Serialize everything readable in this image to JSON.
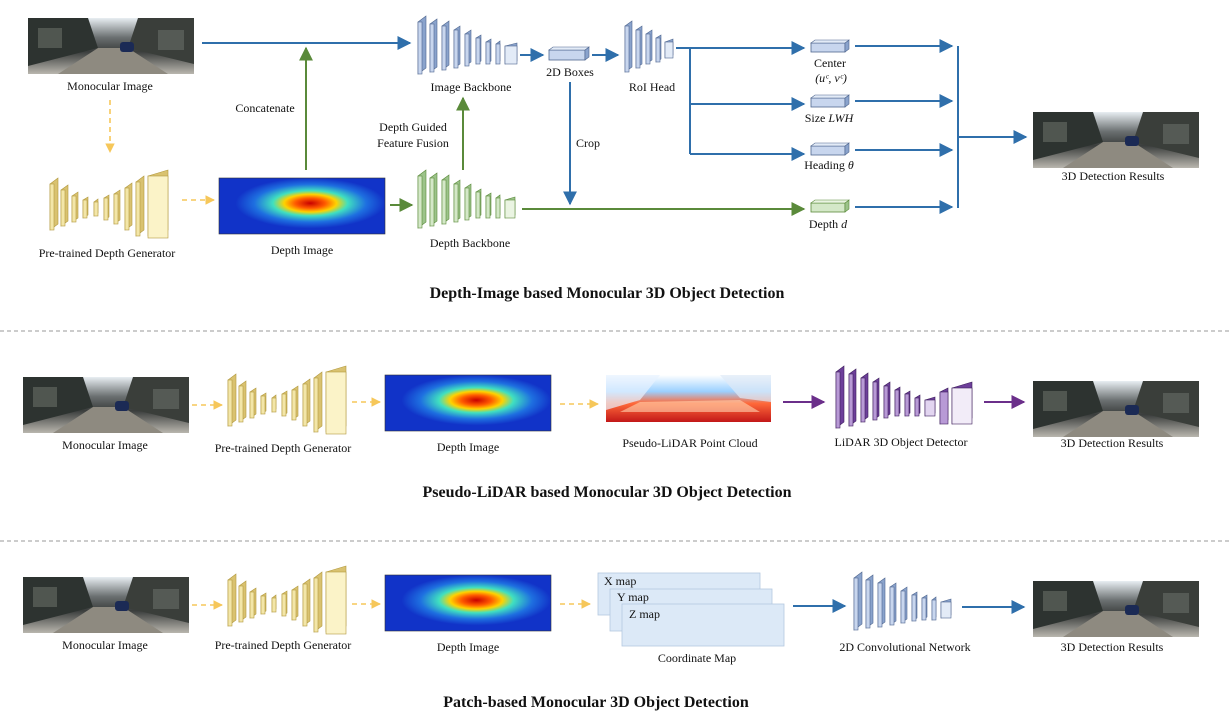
{
  "sections": [
    {
      "title": "Depth-Image based Monocular 3D Object Detection",
      "nodes": {
        "mono": "Monocular Image",
        "generator": "Pre-trained Depth Generator",
        "depth_image": "Depth Image",
        "image_backbone": "Image Backbone",
        "depth_backbone": "Depth Backbone",
        "boxes2d": "2D Boxes",
        "roi_head": "RoI Head",
        "center": "Center",
        "center_sym": "(uᶜ, vᶜ)",
        "size_prefix": "Size",
        "size_sym": "LWH",
        "heading_prefix": "Heading",
        "heading_sym": "θ",
        "depth_prefix": "Depth",
        "depth_sym": "d",
        "results": "3D Detection Results"
      },
      "edges": {
        "concatenate": "Concatenate",
        "fusion_line1": "Depth Guided",
        "fusion_line2": "Feature Fusion",
        "crop": "Crop"
      }
    },
    {
      "title": "Pseudo-LiDAR based Monocular 3D Object Detection",
      "nodes": {
        "mono": "Monocular Image",
        "generator": "Pre-trained Depth Generator",
        "depth_image": "Depth Image",
        "point_cloud": "Pseudo-LiDAR Point Cloud",
        "detector": "LiDAR 3D Object Detector",
        "results": "3D Detection Results"
      }
    },
    {
      "title": "Patch-based Monocular 3D Object Detection",
      "nodes": {
        "mono": "Monocular Image",
        "generator": "Pre-trained Depth Generator",
        "depth_image": "Depth Image",
        "x_map": "X map",
        "y_map": "Y map",
        "z_map": "Z map",
        "coord_map": "Coordinate Map",
        "conv_net": "2D Convolutional Network",
        "results": "3D Detection Results"
      }
    }
  ],
  "colors": {
    "blue": "#2f6fab",
    "green": "#5a8a3a",
    "purple": "#6b2f8a",
    "dashed_orange": "#f6c75a",
    "generator": "#d9c270",
    "image_net": "#8aa3cc",
    "depth_net": "#9cc38a",
    "lidar_net": "#6d3f9a"
  }
}
